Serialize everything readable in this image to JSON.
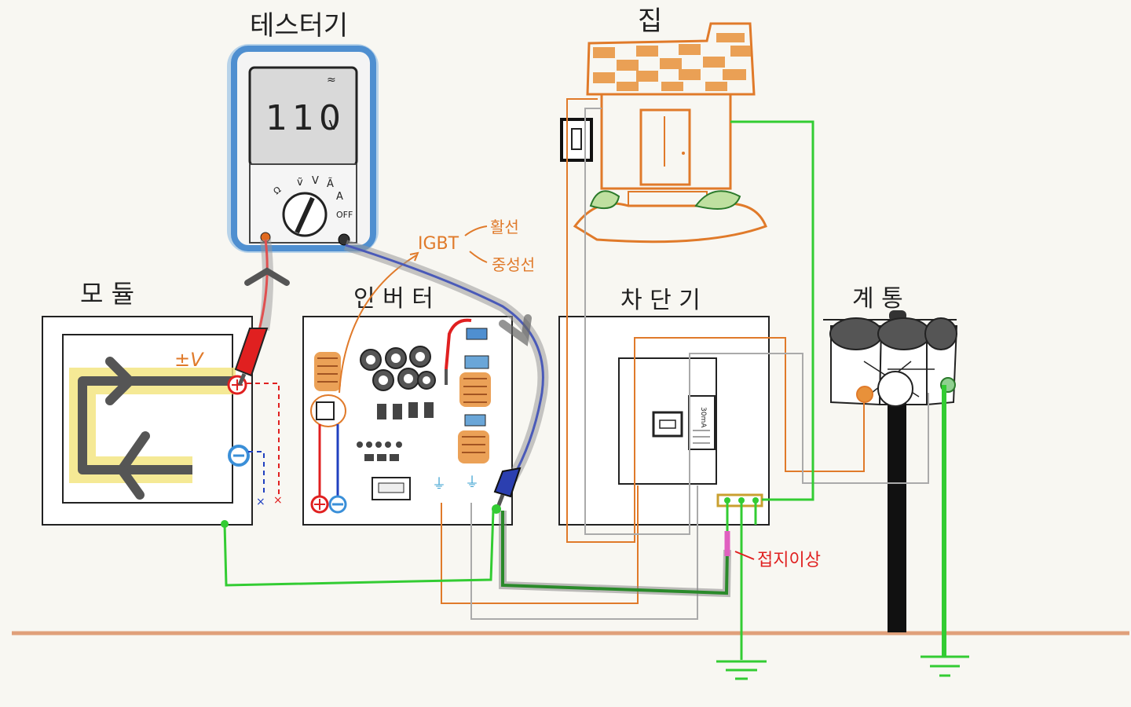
{
  "labels": {
    "tester": "테스터기",
    "house": "집",
    "module": "모 듈",
    "inverter": "인 버 터",
    "breaker": "차 단 기",
    "grid": "계 통",
    "igbt": "IGBT",
    "live_wire": "활선",
    "neutral_wire": "중성선",
    "ground_fault": "접지이상",
    "module_voltage": "±V"
  },
  "tester": {
    "reading": "110",
    "unit": "v",
    "dial_marks": [
      "Ω",
      "ṽ",
      "V",
      "Ã",
      "A",
      "OFF"
    ]
  },
  "breaker": {
    "panel_text": "30mA"
  },
  "colors": {
    "tester_body": "#6aa6d8",
    "live_orange": "#e07a2a",
    "ground_green": "#33cc33",
    "neutral_gray": "#aaaaaa",
    "probe_red": "#e02020",
    "probe_blue": "#2b3fb0",
    "floor_line": "#e0a07a",
    "highlight_yellow": "#f3e37a"
  }
}
